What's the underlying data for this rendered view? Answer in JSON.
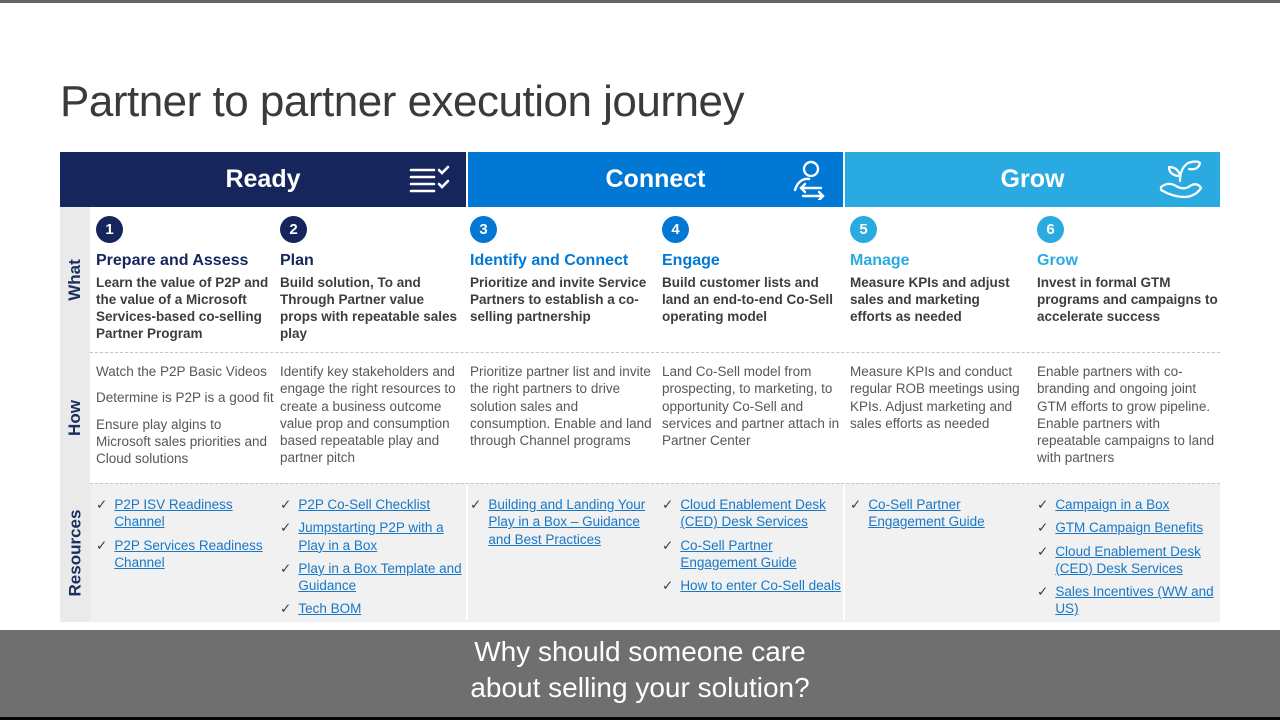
{
  "title": "Partner to partner execution journey",
  "row_labels": {
    "what": "What",
    "how": "How",
    "resources": "Resources"
  },
  "icons": {
    "checkmark": "✓"
  },
  "colors": {
    "ready_navy": "#16265c",
    "connect_blue": "#0078d4",
    "grow_cyan": "#29abe2",
    "link_blue": "#1878c8",
    "caption_gray": "#6f6f6f"
  },
  "phases": [
    {
      "name": "Ready",
      "icon": "checklist-icon",
      "steps": [
        {
          "num": "1",
          "title": "Prepare and Assess",
          "what": "Learn the value of P2P and the value of a Microsoft Services-based co-selling Partner Program",
          "how": [
            "Watch the P2P Basic Videos",
            "Determine is P2P is a good fit",
            "Ensure play algins to Microsoft sales priorities and Cloud solutions"
          ],
          "resources": [
            "P2P ISV Readiness Channel",
            "P2P Services Readiness Channel"
          ]
        },
        {
          "num": "2",
          "title": "Plan",
          "what": "Build solution, To and Through Partner value props with repeatable sales play",
          "how": [
            "Identify key stakeholders and engage the right resources to create a business outcome value prop and consumption based repeatable play and partner pitch"
          ],
          "resources": [
            "P2P Co-Sell Checklist",
            "Jumpstarting P2P with a Play in a Box",
            "Play in a Box Template and Guidance",
            "Tech BOM"
          ]
        }
      ]
    },
    {
      "name": "Connect",
      "icon": "person-exchange-icon",
      "steps": [
        {
          "num": "3",
          "title": "Identify and Connect",
          "what": "Prioritize and invite Service Partners to establish a co-selling partnership",
          "how": [
            "Prioritize partner list and invite the right partners to drive solution sales and consumption. Enable and land through Channel programs"
          ],
          "resources": [
            "Building and Landing Your Play in a Box – Guidance and Best Practices"
          ]
        },
        {
          "num": "4",
          "title": "Engage",
          "what": "Build customer lists and land an end-to-end Co-Sell operating model",
          "how": [
            "Land Co-Sell model from prospecting, to marketing, to opportunity Co-Sell and services and partner attach in Partner Center"
          ],
          "resources": [
            "Cloud Enablement Desk (CED) Desk Services",
            "Co-Sell Partner Engagement Guide",
            "How to enter Co-Sell deals"
          ]
        }
      ]
    },
    {
      "name": "Grow",
      "icon": "hand-plant-icon",
      "steps": [
        {
          "num": "5",
          "title": "Manage",
          "what": "Measure KPIs and adjust sales and marketing efforts as needed",
          "how": [
            "Measure KPIs and conduct regular ROB meetings using KPIs. Adjust marketing and sales efforts as needed"
          ],
          "resources": [
            "Co-Sell Partner Engagement Guide"
          ]
        },
        {
          "num": "6",
          "title": "Grow",
          "what": "Invest in formal GTM programs and campaigns to accelerate success",
          "how": [
            "Enable partners with co-branding and ongoing joint GTM efforts to grow pipeline. Enable partners with repeatable campaigns to land with partners"
          ],
          "resources": [
            "Campaign in a Box",
            "GTM Campaign Benefits",
            "Cloud Enablement Desk (CED) Desk Services",
            "Sales Incentives (WW and US)"
          ]
        }
      ]
    }
  ],
  "caption": {
    "line1": "Why should someone care",
    "line2": "about selling your solution?"
  }
}
